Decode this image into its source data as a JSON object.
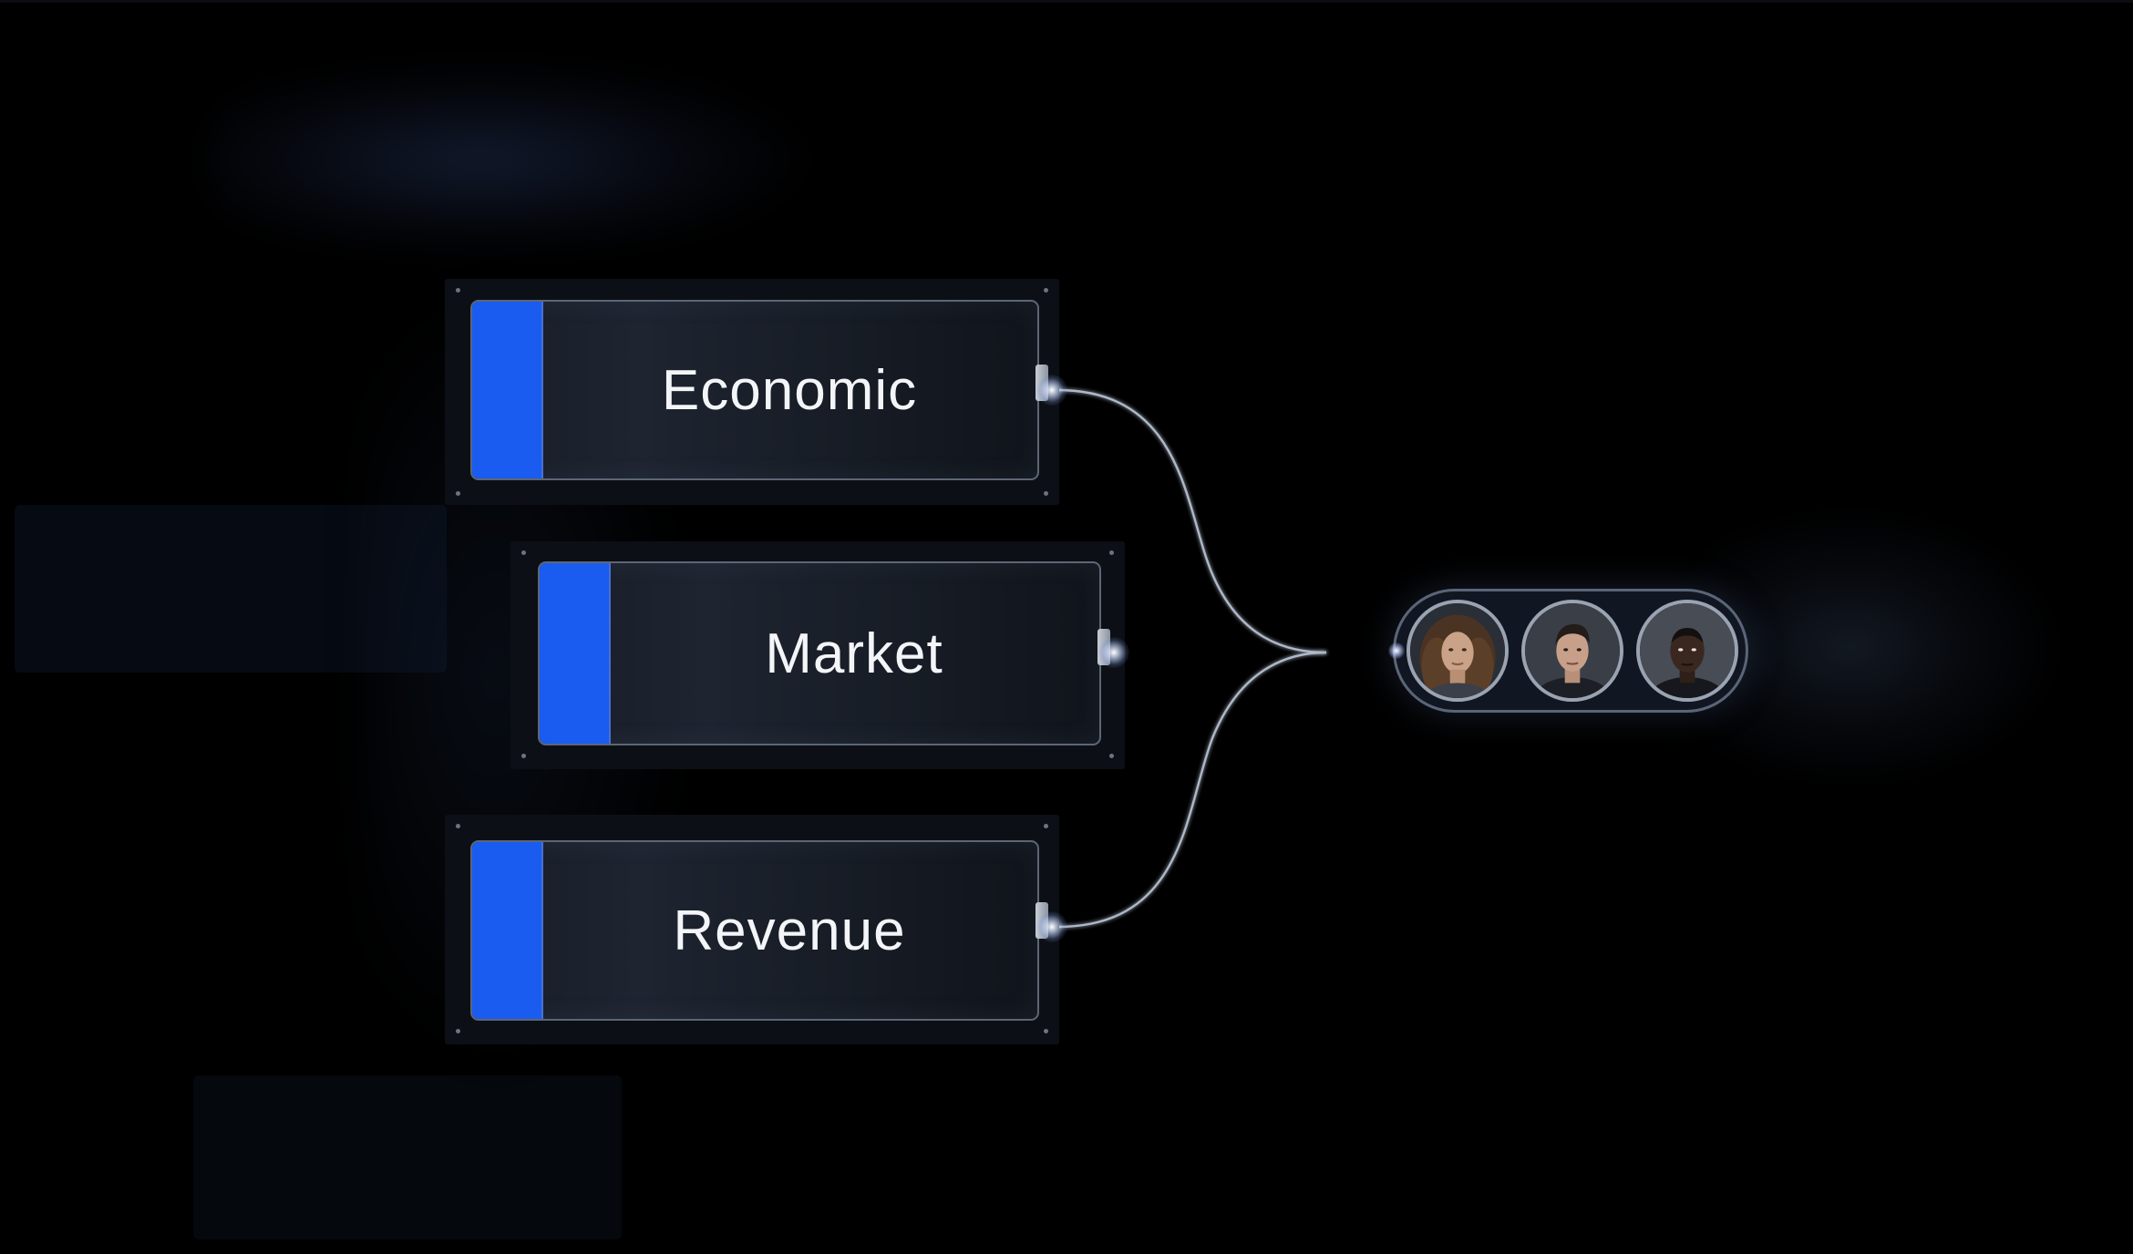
{
  "diagram": {
    "inputs": [
      {
        "label": "Economic"
      },
      {
        "label": "Market"
      },
      {
        "label": "Revenue"
      }
    ],
    "output": {
      "avatars": [
        {
          "name": "avatar-woman-curly-hair"
        },
        {
          "name": "avatar-man-dark-hair"
        },
        {
          "name": "avatar-man-dark-skin"
        }
      ]
    },
    "colors": {
      "background": "#000000",
      "accent_bar": "#1a5cf0",
      "card_border": "#5d6675",
      "wire": "#aeb8c8",
      "label_text": "#f3f5f8"
    }
  }
}
